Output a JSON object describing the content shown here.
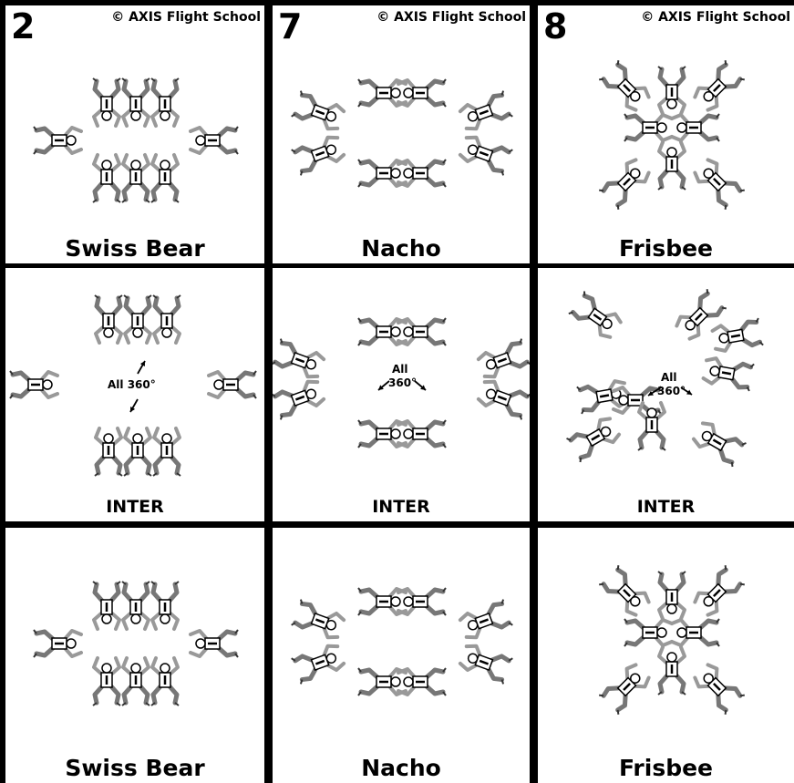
{
  "copyright": "© AXIS Flight School",
  "columns": [
    {
      "number": "2",
      "name": "Swiss Bear"
    },
    {
      "number": "7",
      "name": "Nacho"
    },
    {
      "number": "8",
      "name": "Frisbee"
    }
  ],
  "inter_label": "INTER",
  "inter_rotation": {
    "line1": "All",
    "line2": "360°",
    "single": "All 360°"
  }
}
